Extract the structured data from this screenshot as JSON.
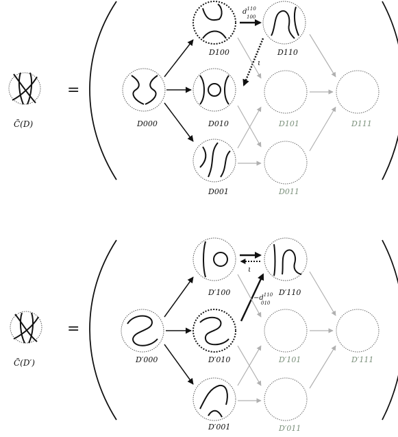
{
  "colors": {
    "ink": "#111111",
    "gray": "#b0b0b0",
    "greenish": "#7a8f7a"
  },
  "top": {
    "lhs_label": "C̄(D)",
    "equals": "=",
    "nodes": {
      "d000": "D000",
      "d100": "D100",
      "d010": "D010",
      "d001": "D001",
      "d110": "D110",
      "d101": "D101",
      "d011": "D011",
      "d111": "D111"
    },
    "edge_label_d": "d",
    "edge_label_d_sup": "110",
    "edge_label_d_sub": "100",
    "iota_label": "ι"
  },
  "bottom": {
    "lhs_label": "C̄(D′)",
    "equals": "=",
    "nodes": {
      "d000": "D′000",
      "d100": "D′100",
      "d010": "D′010",
      "d001": "D′001",
      "d110": "D′110",
      "d101": "D′101",
      "d011": "D′011",
      "d111": "D′111"
    },
    "edge_label_d": "−d",
    "edge_label_d_sup": "110",
    "edge_label_d_sub": "010",
    "iota_label": "ι"
  }
}
